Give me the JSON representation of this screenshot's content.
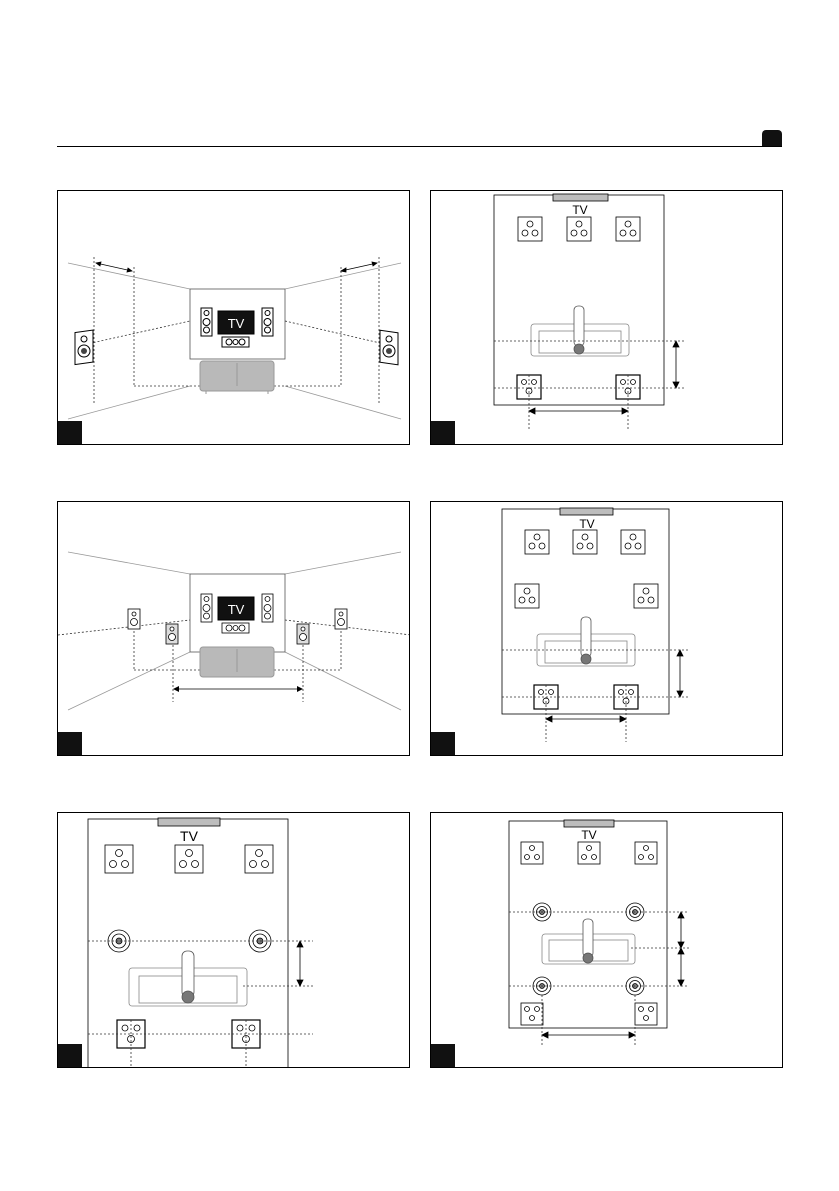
{
  "labels": {
    "tv": "TV"
  },
  "figures": [
    {
      "id": "fig-1",
      "kind": "room-perspective-stereo-surround"
    },
    {
      "id": "fig-2",
      "kind": "floorplan-5-speakers"
    },
    {
      "id": "fig-3",
      "kind": "room-perspective-7-speakers"
    },
    {
      "id": "fig-4",
      "kind": "floorplan-7-speakers"
    },
    {
      "id": "fig-5",
      "kind": "floorplan-ceiling-front"
    },
    {
      "id": "fig-6",
      "kind": "floorplan-ceiling-four"
    }
  ],
  "colors": {
    "line": "#000000",
    "sofa": "#b9b9b9",
    "screen": "#111111",
    "tv_bar": "#bdbdbd"
  }
}
